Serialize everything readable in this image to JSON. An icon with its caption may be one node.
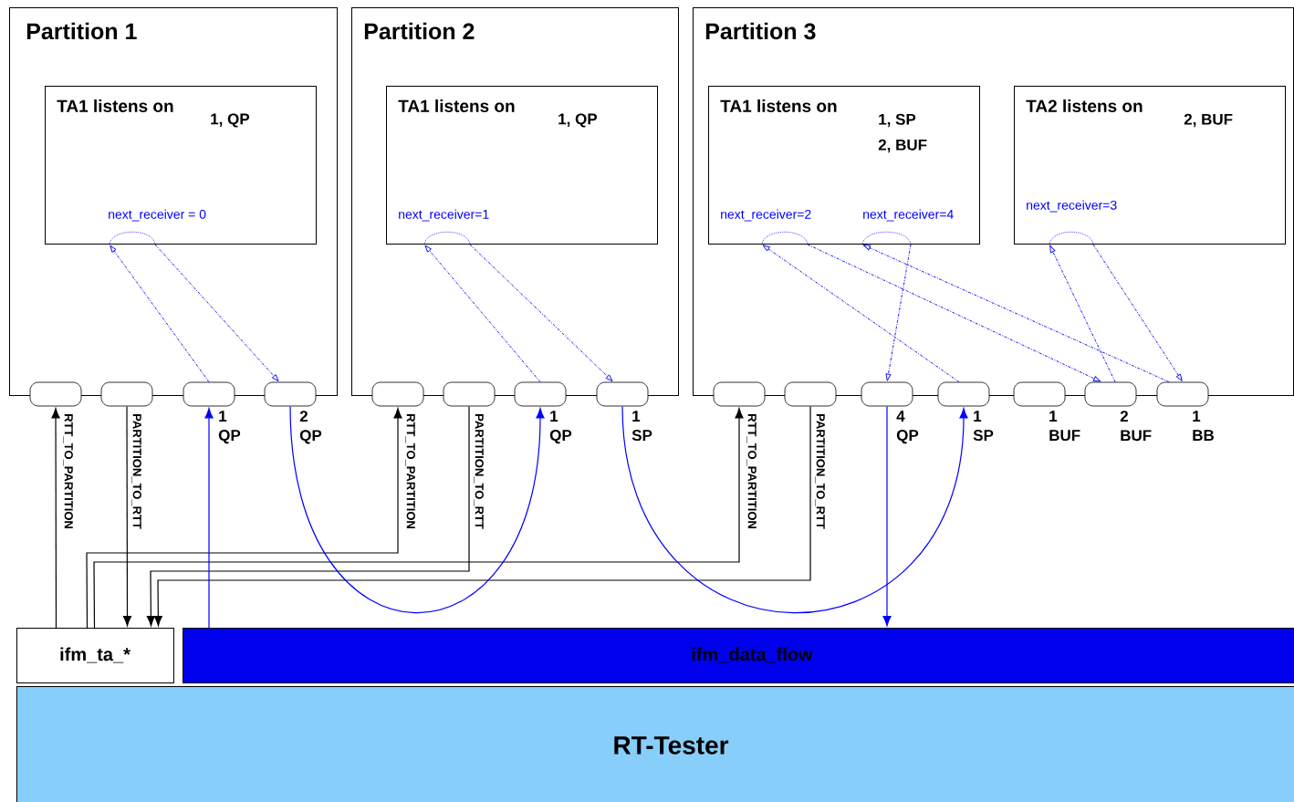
{
  "diagram": {
    "nodes": [
      {
        "text": [
          "Partition 1"
        ]
      },
      {
        "text": [
          "TA1 listens on",
          "1, QP",
          "next_receiver = 0"
        ],
        "in": 0
      },
      {
        "text": [
          "Partition 2"
        ]
      },
      {
        "text": [
          "TA1 listens on",
          "1, QP",
          "next_receiver=1"
        ],
        "in": 2
      },
      {
        "text": [
          "Partition 3"
        ]
      },
      {
        "text": [
          "TA1 listens on",
          "1, SP",
          "2, BUF",
          "next_receiver=2",
          "next_receiver=4"
        ],
        "in": 4
      },
      {
        "text": [
          "TA2 listens on",
          "2, BUF",
          "next_receiver=3"
        ],
        "in": 4
      },
      {
        "text": [],
        "shape": "box"
      },
      {
        "text": [],
        "shape": "box"
      },
      {
        "text": [],
        "shape": "box",
        "beside": [
          "1 QP"
        ]
      },
      {
        "text": [],
        "shape": "box",
        "beside": [
          "2 QP"
        ]
      },
      {
        "text": [],
        "shape": "box"
      },
      {
        "text": [],
        "shape": "box"
      },
      {
        "text": [],
        "shape": "box",
        "beside": [
          "1 QP"
        ]
      },
      {
        "text": [],
        "shape": "box",
        "beside": [
          "1 SP"
        ]
      },
      {
        "text": [],
        "shape": "box"
      },
      {
        "text": [],
        "shape": "box"
      },
      {
        "text": [],
        "shape": "box",
        "beside": [
          "4 QP"
        ]
      },
      {
        "text": [],
        "shape": "box",
        "beside": [
          "1 SP"
        ]
      },
      {
        "text": [],
        "shape": "box",
        "beside": [
          "1 BUF"
        ]
      },
      {
        "text": [],
        "shape": "box",
        "beside": [
          "2 BUF"
        ]
      },
      {
        "text": [],
        "shape": "box",
        "beside": [
          "1 BB"
        ]
      },
      {
        "text": [
          "ifm_ta_*"
        ]
      },
      {
        "text": [
          "ifm_data_flow"
        ]
      },
      {
        "text": [
          "RT-Tester"
        ]
      }
    ],
    "edges": [
      {
        "from": 22,
        "to": 7,
        "arrow": "to",
        "label": "RTT_TO_PARTITION",
        "color": "#000000"
      },
      {
        "from": 8,
        "to": 22,
        "arrow": "to",
        "label": "PARTITION_TO_RTT",
        "color": "#000000"
      },
      {
        "from": 22,
        "to": 11,
        "arrow": "to",
        "label": "RTT_TO_PARTITION",
        "color": "#000000"
      },
      {
        "from": 12,
        "to": 22,
        "arrow": "to",
        "label": "PARTITION_TO_RTT",
        "color": "#000000"
      },
      {
        "from": 22,
        "to": 15,
        "arrow": "to",
        "label": "RTT_TO_PARTITION",
        "color": "#000000"
      },
      {
        "from": 16,
        "to": 22,
        "arrow": "to",
        "label": "PARTITION_TO_RTT",
        "color": "#000000"
      },
      {
        "from": 23,
        "to": 9,
        "arrow": "to"
      },
      {
        "from": 9,
        "to": 1,
        "arrow": "to",
        "style": "dashed"
      },
      {
        "from": 1,
        "to": 10,
        "arrow": "to",
        "style": "dashed"
      },
      {
        "from": 10,
        "to": 13,
        "arrow": "to"
      },
      {
        "from": 13,
        "to": 3,
        "arrow": "to",
        "style": "dashed"
      },
      {
        "from": 3,
        "to": 14,
        "arrow": "to",
        "style": "dashed"
      },
      {
        "from": 14,
        "to": 18,
        "arrow": "to"
      },
      {
        "from": 18,
        "to": 5,
        "arrow": "to",
        "style": "dashed"
      },
      {
        "from": 5,
        "to": 20,
        "arrow": "to",
        "style": "dashed"
      },
      {
        "from": 21,
        "to": 5,
        "arrow": "to",
        "style": "dashed"
      },
      {
        "from": 5,
        "to": 17,
        "arrow": "to",
        "style": "dashed"
      },
      {
        "from": 17,
        "to": 23,
        "arrow": "to"
      },
      {
        "from": 20,
        "to": 6,
        "arrow": "to",
        "style": "dashed"
      },
      {
        "from": 6,
        "to": 21,
        "arrow": "to",
        "style": "dashed"
      }
    ]
  }
}
